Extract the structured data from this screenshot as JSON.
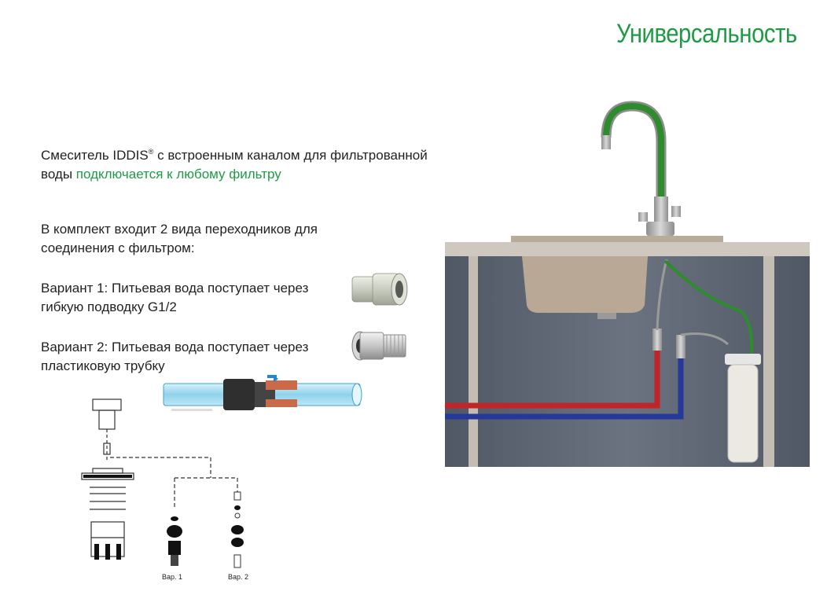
{
  "title": "Универсальность",
  "intro": {
    "part1_prefix": "Смеситель IDDIS",
    "part1_sup": "®",
    "part1_suffix": " с встроенным каналом для фильтрованной",
    "part2_prefix": "воды ",
    "part2_highlight": "подключается к любому фильтру"
  },
  "kit": {
    "line1": "В комплект входит 2 вида переходников для",
    "line2": "соединения с фильтром:"
  },
  "variant1": {
    "line1": "Вариант 1: Питьевая вода поступает через",
    "line2": "гибкую подводку G1/2"
  },
  "variant2": {
    "line1": "Вариант 2: Питьевая вода поступает через",
    "line2": "пластиковую трубку"
  },
  "diagram": {
    "label_var1": "Вар. 1",
    "label_var2": "Вар. 2"
  },
  "colors": {
    "accent_green": "#1f9a45",
    "hot_pipe": "#c0252a",
    "cold_pipe": "#26389a",
    "filter_hose": "#2e8b2e"
  }
}
